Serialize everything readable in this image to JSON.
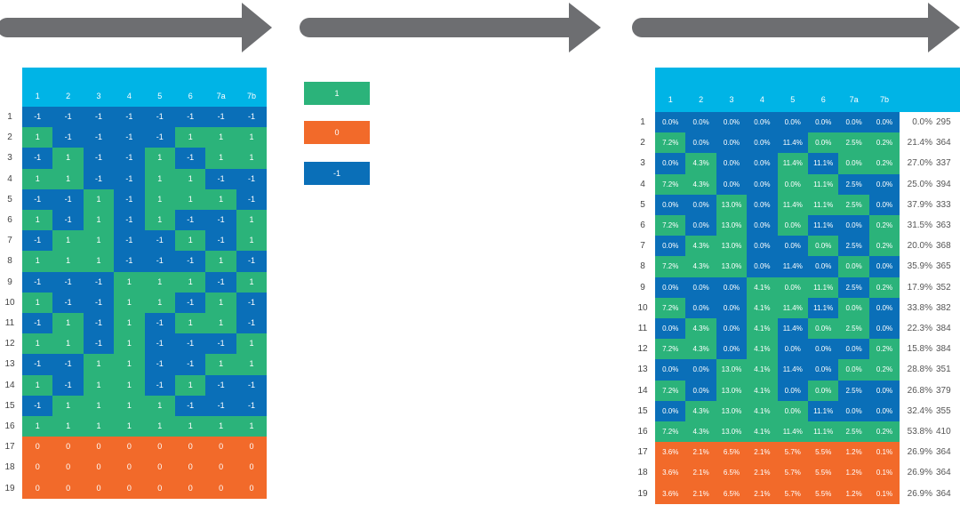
{
  "colors": {
    "positive": "#2bb37a",
    "zero": "#f26a2a",
    "negative": "#0a6fb8",
    "header": "#00b4e6",
    "arrow": "#6d6e71"
  },
  "columns": [
    "1",
    "2",
    "3",
    "4",
    "5",
    "6",
    "7a",
    "7b"
  ],
  "row_labels": [
    "1",
    "2",
    "3",
    "4",
    "5",
    "6",
    "7",
    "8",
    "9",
    "10",
    "11",
    "12",
    "13",
    "14",
    "15",
    "16",
    "17",
    "18",
    "19"
  ],
  "legend": [
    {
      "label": "1",
      "kind": "positive"
    },
    {
      "label": "0",
      "kind": "zero"
    },
    {
      "label": "-1",
      "kind": "negative"
    }
  ],
  "left_matrix": [
    [
      "-1",
      "-1",
      "-1",
      "-1",
      "-1",
      "-1",
      "-1",
      "-1"
    ],
    [
      "1",
      "-1",
      "-1",
      "-1",
      "-1",
      "1",
      "1",
      "1"
    ],
    [
      "-1",
      "1",
      "-1",
      "-1",
      "1",
      "-1",
      "1",
      "1"
    ],
    [
      "1",
      "1",
      "-1",
      "-1",
      "1",
      "1",
      "-1",
      "-1"
    ],
    [
      "-1",
      "-1",
      "1",
      "-1",
      "1",
      "1",
      "1",
      "-1"
    ],
    [
      "1",
      "-1",
      "1",
      "-1",
      "1",
      "-1",
      "-1",
      "1"
    ],
    [
      "-1",
      "1",
      "1",
      "-1",
      "-1",
      "1",
      "-1",
      "1"
    ],
    [
      "1",
      "1",
      "1",
      "-1",
      "-1",
      "-1",
      "1",
      "-1"
    ],
    [
      "-1",
      "-1",
      "-1",
      "1",
      "1",
      "1",
      "-1",
      "1"
    ],
    [
      "1",
      "-1",
      "-1",
      "1",
      "1",
      "-1",
      "1",
      "-1"
    ],
    [
      "-1",
      "1",
      "-1",
      "1",
      "-1",
      "1",
      "1",
      "-1"
    ],
    [
      "1",
      "1",
      "-1",
      "1",
      "-1",
      "-1",
      "-1",
      "1"
    ],
    [
      "-1",
      "-1",
      "1",
      "1",
      "-1",
      "-1",
      "1",
      "1"
    ],
    [
      "1",
      "-1",
      "1",
      "1",
      "-1",
      "1",
      "-1",
      "-1"
    ],
    [
      "-1",
      "1",
      "1",
      "1",
      "1",
      "-1",
      "-1",
      "-1"
    ],
    [
      "1",
      "1",
      "1",
      "1",
      "1",
      "1",
      "1",
      "1"
    ],
    [
      "0",
      "0",
      "0",
      "0",
      "0",
      "0",
      "0",
      "0"
    ],
    [
      "0",
      "0",
      "0",
      "0",
      "0",
      "0",
      "0",
      "0"
    ],
    [
      "0",
      "0",
      "0",
      "0",
      "0",
      "0",
      "0",
      "0"
    ]
  ],
  "right_matrix": [
    [
      "0.0%",
      "0.0%",
      "0.0%",
      "0.0%",
      "0.0%",
      "0.0%",
      "0.0%",
      "0.0%"
    ],
    [
      "7.2%",
      "0.0%",
      "0.0%",
      "0.0%",
      "11.4%",
      "0.0%",
      "2.5%",
      "0.2%"
    ],
    [
      "0.0%",
      "4.3%",
      "0.0%",
      "0.0%",
      "11.4%",
      "11.1%",
      "0.0%",
      "0.2%"
    ],
    [
      "7.2%",
      "4.3%",
      "0.0%",
      "0.0%",
      "0.0%",
      "11.1%",
      "2.5%",
      "0.0%"
    ],
    [
      "0.0%",
      "0.0%",
      "13.0%",
      "0.0%",
      "11.4%",
      "11.1%",
      "2.5%",
      "0.0%"
    ],
    [
      "7.2%",
      "0.0%",
      "13.0%",
      "0.0%",
      "0.0%",
      "11.1%",
      "0.0%",
      "0.2%"
    ],
    [
      "0.0%",
      "4.3%",
      "13.0%",
      "0.0%",
      "0.0%",
      "0.0%",
      "2.5%",
      "0.2%"
    ],
    [
      "7.2%",
      "4.3%",
      "13.0%",
      "0.0%",
      "11.4%",
      "0.0%",
      "0.0%",
      "0.0%"
    ],
    [
      "0.0%",
      "0.0%",
      "0.0%",
      "4.1%",
      "0.0%",
      "11.1%",
      "2.5%",
      "0.2%"
    ],
    [
      "7.2%",
      "0.0%",
      "0.0%",
      "4.1%",
      "11.4%",
      "11.1%",
      "0.0%",
      "0.0%"
    ],
    [
      "0.0%",
      "4.3%",
      "0.0%",
      "4.1%",
      "11.4%",
      "0.0%",
      "2.5%",
      "0.0%"
    ],
    [
      "7.2%",
      "4.3%",
      "0.0%",
      "4.1%",
      "0.0%",
      "0.0%",
      "0.0%",
      "0.2%"
    ],
    [
      "0.0%",
      "0.0%",
      "13.0%",
      "4.1%",
      "11.4%",
      "0.0%",
      "0.0%",
      "0.2%"
    ],
    [
      "7.2%",
      "0.0%",
      "13.0%",
      "4.1%",
      "0.0%",
      "0.0%",
      "2.5%",
      "0.0%"
    ],
    [
      "0.0%",
      "4.3%",
      "13.0%",
      "4.1%",
      "0.0%",
      "11.1%",
      "0.0%",
      "0.0%"
    ],
    [
      "7.2%",
      "4.3%",
      "13.0%",
      "4.1%",
      "11.4%",
      "11.1%",
      "2.5%",
      "0.2%"
    ],
    [
      "3.6%",
      "2.1%",
      "6.5%",
      "2.1%",
      "5.7%",
      "5.5%",
      "1.2%",
      "0.1%"
    ],
    [
      "3.6%",
      "2.1%",
      "6.5%",
      "2.1%",
      "5.7%",
      "5.5%",
      "1.2%",
      "0.1%"
    ],
    [
      "3.6%",
      "2.1%",
      "6.5%",
      "2.1%",
      "5.7%",
      "5.5%",
      "1.2%",
      "0.1%"
    ]
  ],
  "row_totals": [
    "0.0%",
    "21.4%",
    "27.0%",
    "25.0%",
    "37.9%",
    "31.5%",
    "20.0%",
    "35.9%",
    "17.9%",
    "33.8%",
    "22.3%",
    "15.8%",
    "28.8%",
    "26.8%",
    "32.4%",
    "53.8%",
    "26.9%",
    "26.9%",
    "26.9%"
  ],
  "row_counts": [
    "295",
    "364",
    "337",
    "394",
    "333",
    "363",
    "368",
    "365",
    "352",
    "382",
    "384",
    "384",
    "351",
    "379",
    "355",
    "410",
    "364",
    "364",
    "364"
  ]
}
